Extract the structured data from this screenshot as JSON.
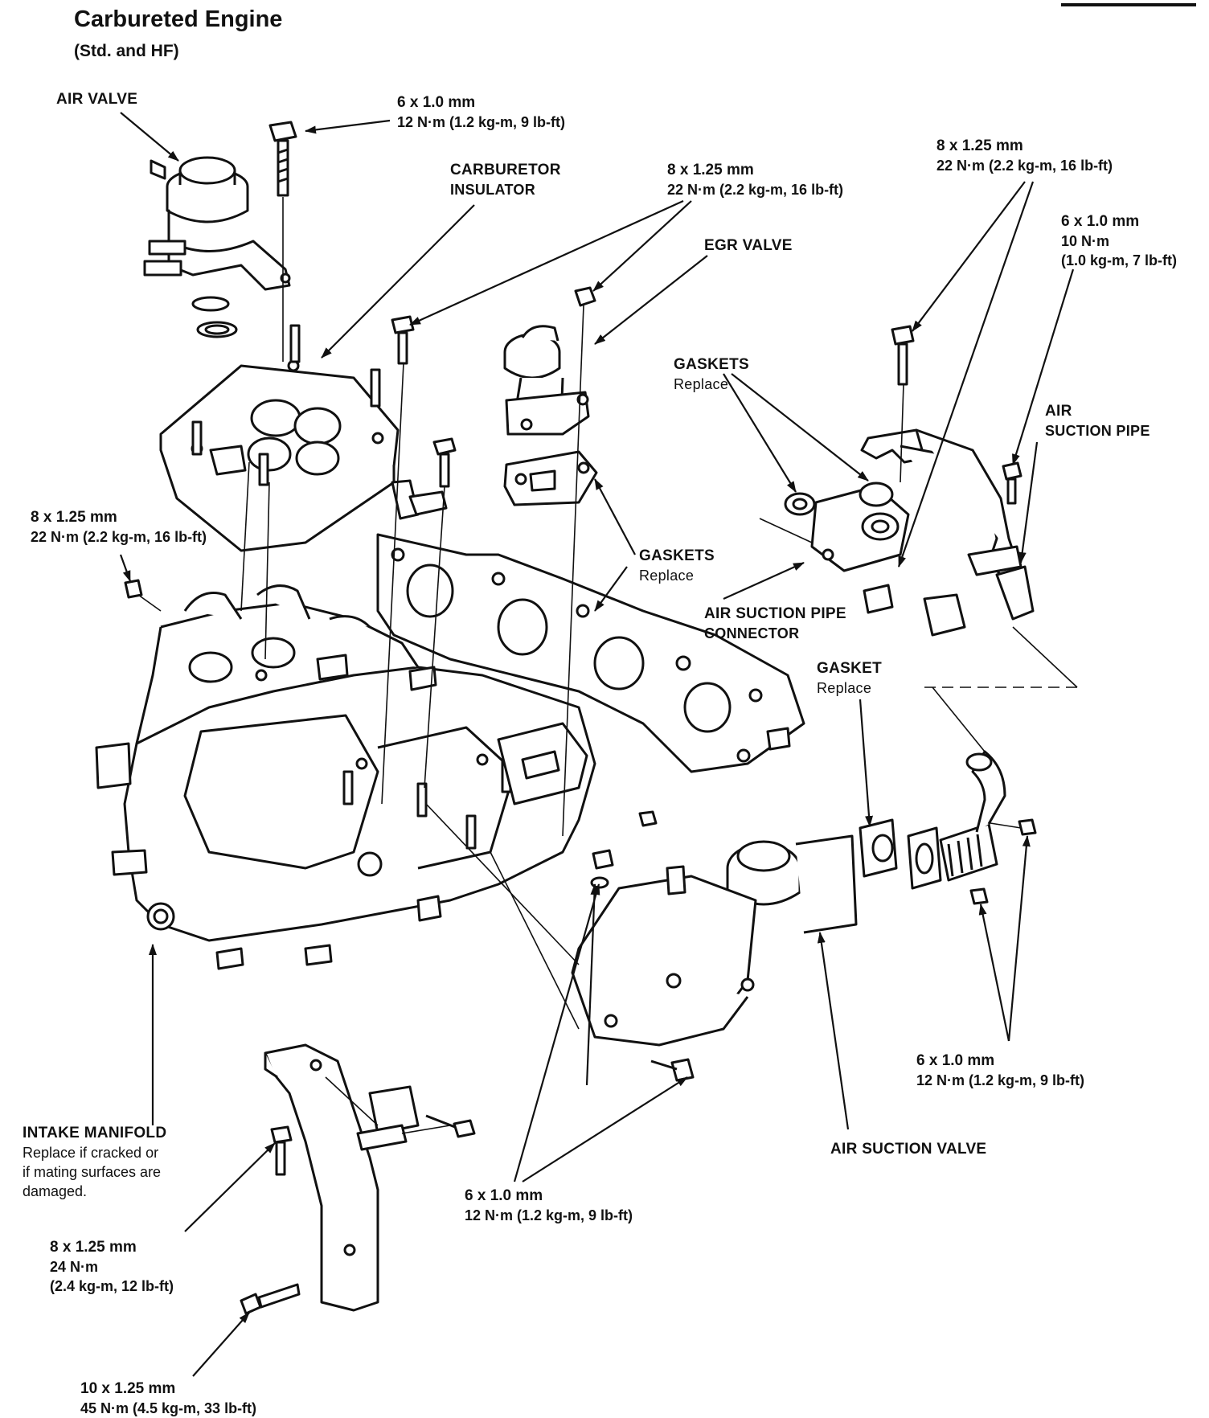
{
  "header": {
    "title": "Carbureted Engine",
    "subtitle": "(Std. and HF)"
  },
  "labels": {
    "air_valve": "AIR VALVE",
    "carb_insulator_1": "CARBURETOR",
    "carb_insulator_2": "INSULATOR",
    "egr_valve": "EGR VALVE",
    "gaskets_upper": "GASKETS",
    "gaskets_upper_note": "Replace",
    "air_suction_pipe_1": "AIR",
    "air_suction_pipe_2": "SUCTION PIPE",
    "gaskets_mid": "GASKETS",
    "gaskets_mid_note": "Replace",
    "pipe_connector_1": "AIR SUCTION PIPE",
    "pipe_connector_2": "CONNECTOR",
    "gasket_single": "GASKET",
    "gasket_single_note": "Replace",
    "intake_manifold": "INTAKE MANIFOLD",
    "intake_note_1": "Replace if cracked or",
    "intake_note_2": "if mating surfaces are",
    "intake_note_3": "damaged.",
    "air_suction_valve": "AIR SUCTION VALVE"
  },
  "torque_specs": {
    "top_center": {
      "size": "6 x 1.0 mm",
      "torque": "12 N·m (1.2 kg-m, 9 lb-ft)"
    },
    "egr_bolts": {
      "size": "8 x 1.25 mm",
      "torque": "22 N·m (2.2 kg-m, 16 lb-ft)"
    },
    "top_right": {
      "size": "8 x 1.25 mm",
      "torque": "22 N·m (2.2 kg-m, 16 lb-ft)"
    },
    "pipe_bolt": {
      "size": "6 x 1.0 mm",
      "torque_1": "10 N·m",
      "torque_2": "(1.0 kg-m, 7 lb-ft)"
    },
    "left_nut": {
      "size": "8 x 1.25 mm",
      "torque": "22 N·m (2.2 kg-m, 16 lb-ft)"
    },
    "valve_nuts": {
      "size": "6 x 1.0 mm",
      "torque": "12 N·m (1.2 kg-m, 9 lb-ft)"
    },
    "bottom_center": {
      "size": "6 x 1.0 mm",
      "torque": "12 N·m (1.2 kg-m, 9 lb-ft)"
    },
    "bracket_bolt": {
      "size": "8 x 1.25 mm",
      "torque_1": "24 N·m",
      "torque_2": "(2.4 kg-m, 12 lb-ft)"
    },
    "bottom_bolt": {
      "size": "10 x 1.25 mm",
      "torque": "45 N·m (4.5 kg-m, 33 lb-ft)"
    }
  },
  "colors": {
    "ink": "#111111",
    "paper": "#ffffff"
  }
}
